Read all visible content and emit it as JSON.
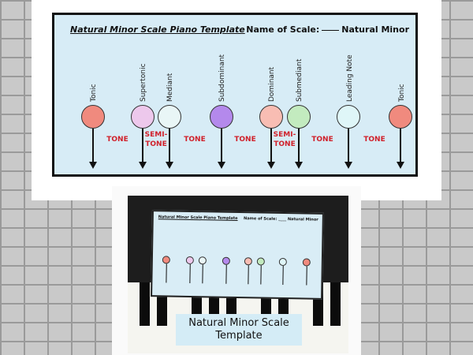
{
  "template": {
    "title": "Natural Minor Scale Piano Template",
    "name_prefix": "Name of Scale:",
    "name_suffix": "Natural Minor",
    "degrees": [
      {
        "label": "Tonic",
        "color": "#f08a7e"
      },
      {
        "label": "Supertonic",
        "color": "#edc8ec"
      },
      {
        "label": "Mediant",
        "color": "#e9f6f6"
      },
      {
        "label": "Subdominant",
        "color": "#b489ec"
      },
      {
        "label": "Dominant",
        "color": "#f8bdb3"
      },
      {
        "label": "Submediant",
        "color": "#c3ebbf"
      },
      {
        "label": "Leading Note",
        "color": "#dff6f8"
      },
      {
        "label": "Tonic",
        "color": "#f08a7e"
      }
    ],
    "intervals": [
      "TONE",
      "SEMI-TONE",
      "TONE",
      "TONE",
      "SEMI-TONE",
      "TONE",
      "TONE"
    ]
  },
  "caption": {
    "line1": "Natural Minor Scale",
    "line2": "Template"
  },
  "colors": {
    "interval_text": "#d0202a",
    "template_background": "#d7ecf6"
  }
}
